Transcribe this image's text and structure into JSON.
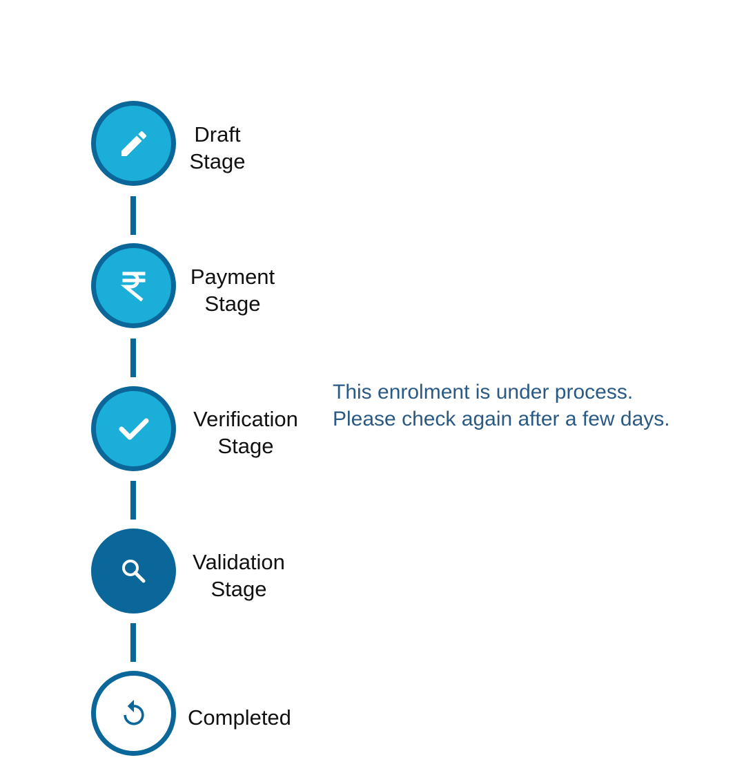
{
  "colors": {
    "dark_blue": "#0b6699",
    "light_blue": "#1aaed9",
    "message_text": "#2a5a84"
  },
  "stages": [
    {
      "line1": "Draft",
      "line2": "Stage",
      "icon": "pencil-icon",
      "state": "done"
    },
    {
      "line1": "Payment",
      "line2": "Stage",
      "icon": "rupee-icon",
      "state": "done"
    },
    {
      "line1": "Verification",
      "line2": "Stage",
      "icon": "check-icon",
      "state": "done"
    },
    {
      "line1": "Validation",
      "line2": "Stage",
      "icon": "search-icon",
      "state": "active"
    },
    {
      "line1": "Completed",
      "line2": "",
      "icon": "refresh-icon",
      "state": "pending"
    }
  ],
  "status_message": "This enrolment is under process. Please check again after a few days."
}
